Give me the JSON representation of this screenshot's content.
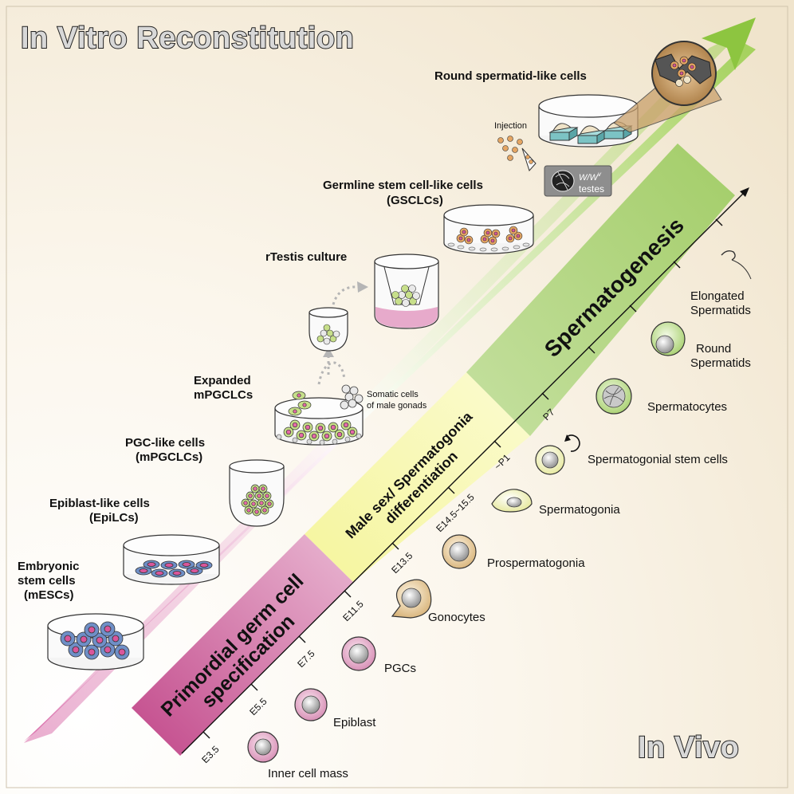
{
  "title_in_vitro": "In Vitro Reconstitution",
  "title_in_vivo": "In Vivo",
  "bands": {
    "pgc": [
      "Primordial germ cell",
      "specification"
    ],
    "male": [
      "Male sex/ Spermatogonia",
      "differentiation"
    ],
    "sperm": "Spermatogenesis"
  },
  "timeline": [
    "E3.5",
    "E5.5",
    "E7.5",
    "E11.5",
    "E13.5",
    "E14.5~15.5",
    "~P1",
    "P7"
  ],
  "invivo_cells": [
    "Inner cell mass",
    "Epiblast",
    "PGCs",
    "Gonocytes",
    "Prospermatogonia",
    "Spermatogonia",
    "Spermatogonial stem cells",
    "Spermatocytes",
    "Round",
    "Spermatids",
    "Elongated",
    "Spermatids"
  ],
  "invitro": {
    "mesc": [
      "Embryonic",
      "stem cells",
      "(mESCs)"
    ],
    "epilc": [
      "Epiblast-like cells",
      "(EpiLCs)"
    ],
    "pgclc": [
      "PGC-like cells",
      "(mPGCLCs)"
    ],
    "expanded": [
      "Expanded",
      "mPGCLCs"
    ],
    "somatic": [
      "Somatic cells",
      "of male gonads"
    ],
    "rtestis": "rTestis culture",
    "gsclc": [
      "Germline stem cell-like cells",
      "(GSCLCs)"
    ],
    "injection": "Injection",
    "ww": "W/W",
    "ww_sup": "v",
    "testes": "testes",
    "round": "Round spermatid-like cells"
  },
  "colors": {
    "magenta_band": "#c44f8e",
    "yellow_band": "#f1f28a",
    "green_band": "#a9cf6e",
    "arrow_green": "#8dc540",
    "dish_pink": "#e7aacb",
    "teal": "#7cc3c4"
  }
}
